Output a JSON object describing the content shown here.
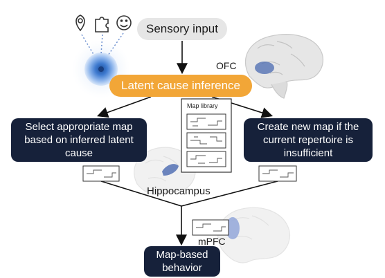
{
  "diagram": {
    "sensory_input": "Sensory input",
    "latent_cause_inference": "Latent cause inference",
    "ofc_label": "OFC",
    "map_library_title": "Map library",
    "select_map": "Select appropriate map based on inferred latent cause",
    "create_map": "Create new map if the current repertoire is insufficient",
    "hippocampus_label": "Hippocampus",
    "mpfc_label": "mPFC",
    "map_based_behavior": "Map-based behavior"
  },
  "colors": {
    "orange": "#f2a637",
    "dark_navy": "#16213a",
    "brain_blue": "#4a69b0",
    "gray_pill": "#e6e6e6"
  },
  "icons": [
    "location-pin-icon",
    "puzzle-piece-icon",
    "smiley-face-icon"
  ]
}
